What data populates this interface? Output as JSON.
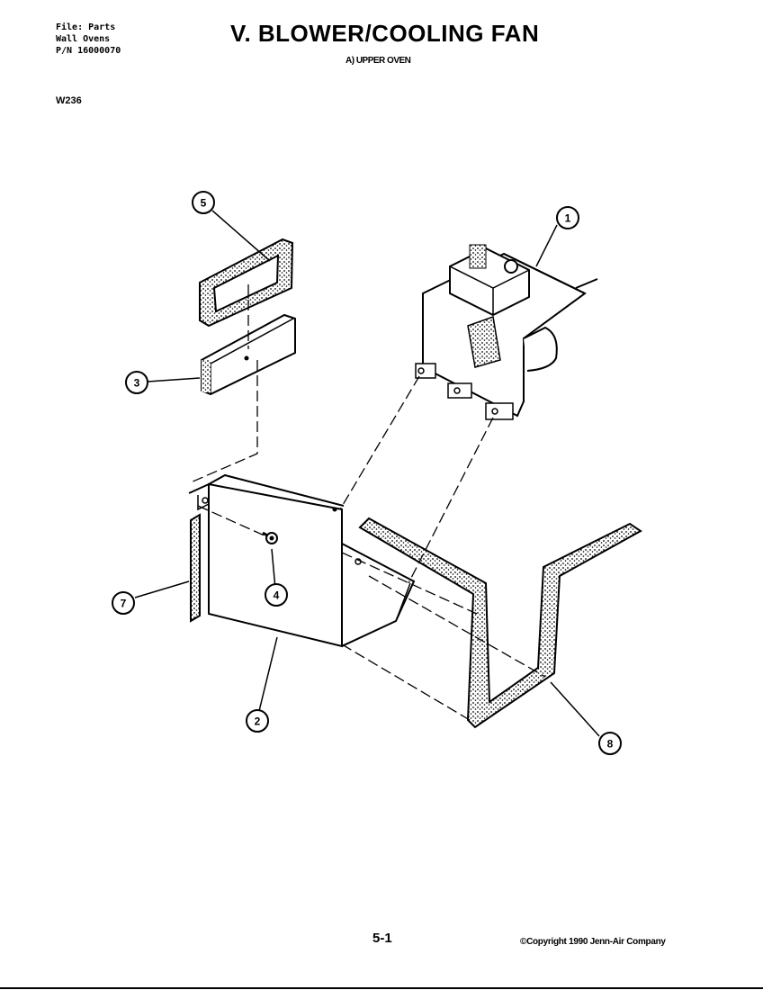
{
  "header": {
    "file_lines": [
      "File: Parts",
      "Wall Ovens",
      "P/N 16000070"
    ],
    "model": "W236",
    "title": "V. BLOWER/COOLING FAN",
    "subtitle": "A) UPPER OVEN"
  },
  "callouts": [
    {
      "id": "1"
    },
    {
      "id": "2"
    },
    {
      "id": "3"
    },
    {
      "id": "4"
    },
    {
      "id": "5"
    },
    {
      "id": "7"
    },
    {
      "id": "8"
    }
  ],
  "footer": {
    "page_number": "5-1",
    "copyright": "©Copyright 1990 Jenn-Air Company"
  }
}
